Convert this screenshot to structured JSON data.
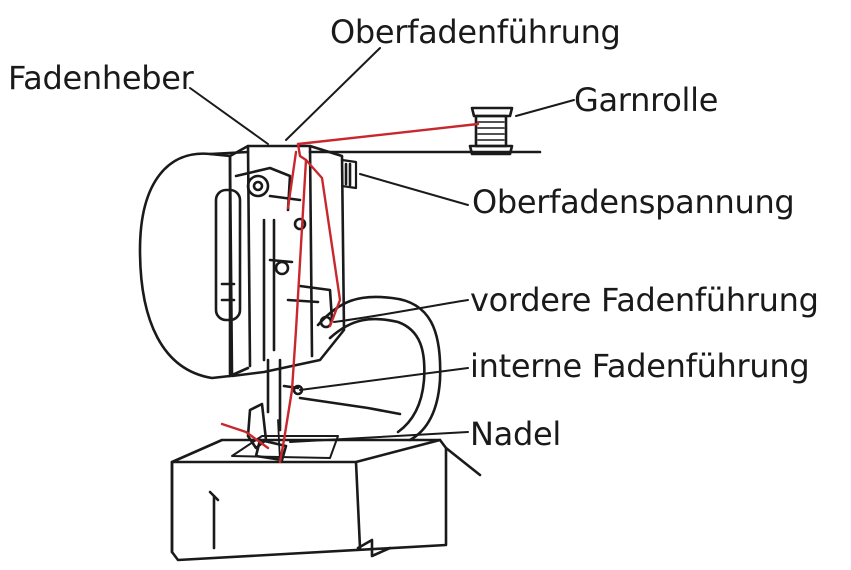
{
  "labels": {
    "oberfadenfuehrung": "Oberfadenführung",
    "fadenheber": "Fadenheber",
    "garnrolle": "Garnrolle",
    "oberfadenspannung": "Oberfadenspannung",
    "vordere_fadenfuehrung": "vordere Fadenführung",
    "interne_fadenfuehrung": "interne Fadenführung",
    "nadel": "Nadel"
  },
  "colors": {
    "thread": "#c8282d",
    "ink": "#1a1a1a",
    "background": "#ffffff"
  }
}
